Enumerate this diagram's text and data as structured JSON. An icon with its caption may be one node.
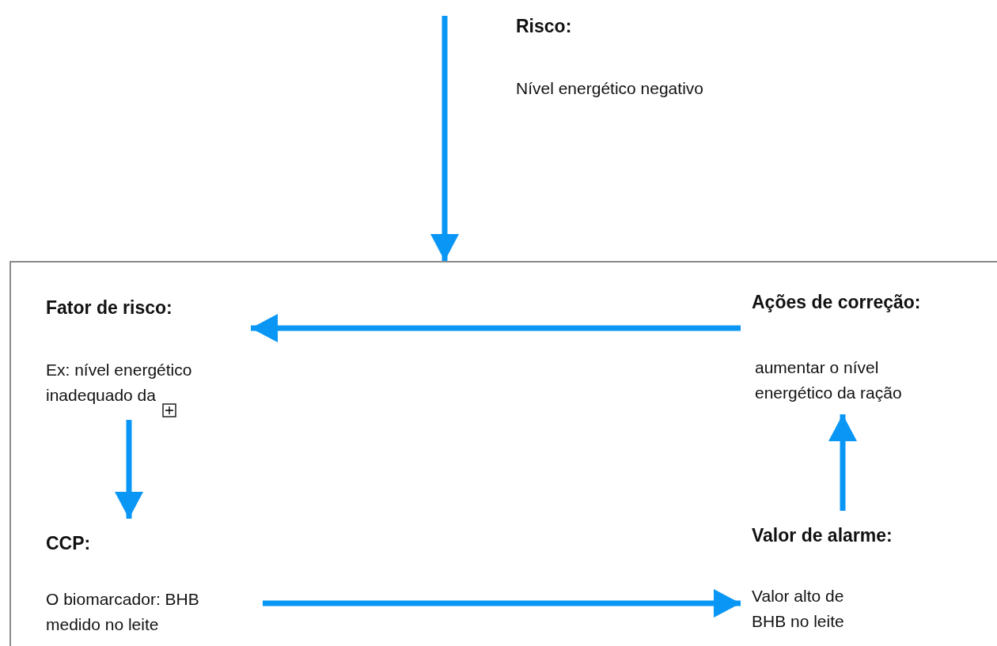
{
  "diagram": {
    "nodes": [
      {
        "text": [
          "Risco:",
          "Nível energético negativo"
        ]
      },
      {
        "text": [],
        "shape": "box"
      },
      {
        "text": [
          "Fator de risco:",
          "Ex: nível energético inadequado da"
        ],
        "in": 1
      },
      {
        "text": [
          "CCP:",
          "O biomarcador: BHB medido no leite"
        ],
        "in": 1
      },
      {
        "text": [
          "Valor de alarme:",
          "Valor alto de BHB no leite"
        ],
        "in": 1
      },
      {
        "text": [
          "Ações de correção:",
          "aumentar o nível energético da ração"
        ],
        "in": 1
      }
    ],
    "edges": [
      {
        "from": null,
        "to": 1,
        "arrow": "to"
      },
      {
        "from": 2,
        "to": 3,
        "arrow": "to"
      },
      {
        "from": 3,
        "to": 4,
        "arrow": "to"
      },
      {
        "from": 4,
        "to": 5,
        "arrow": "to"
      },
      {
        "from": 5,
        "to": 2,
        "arrow": "to"
      }
    ]
  }
}
